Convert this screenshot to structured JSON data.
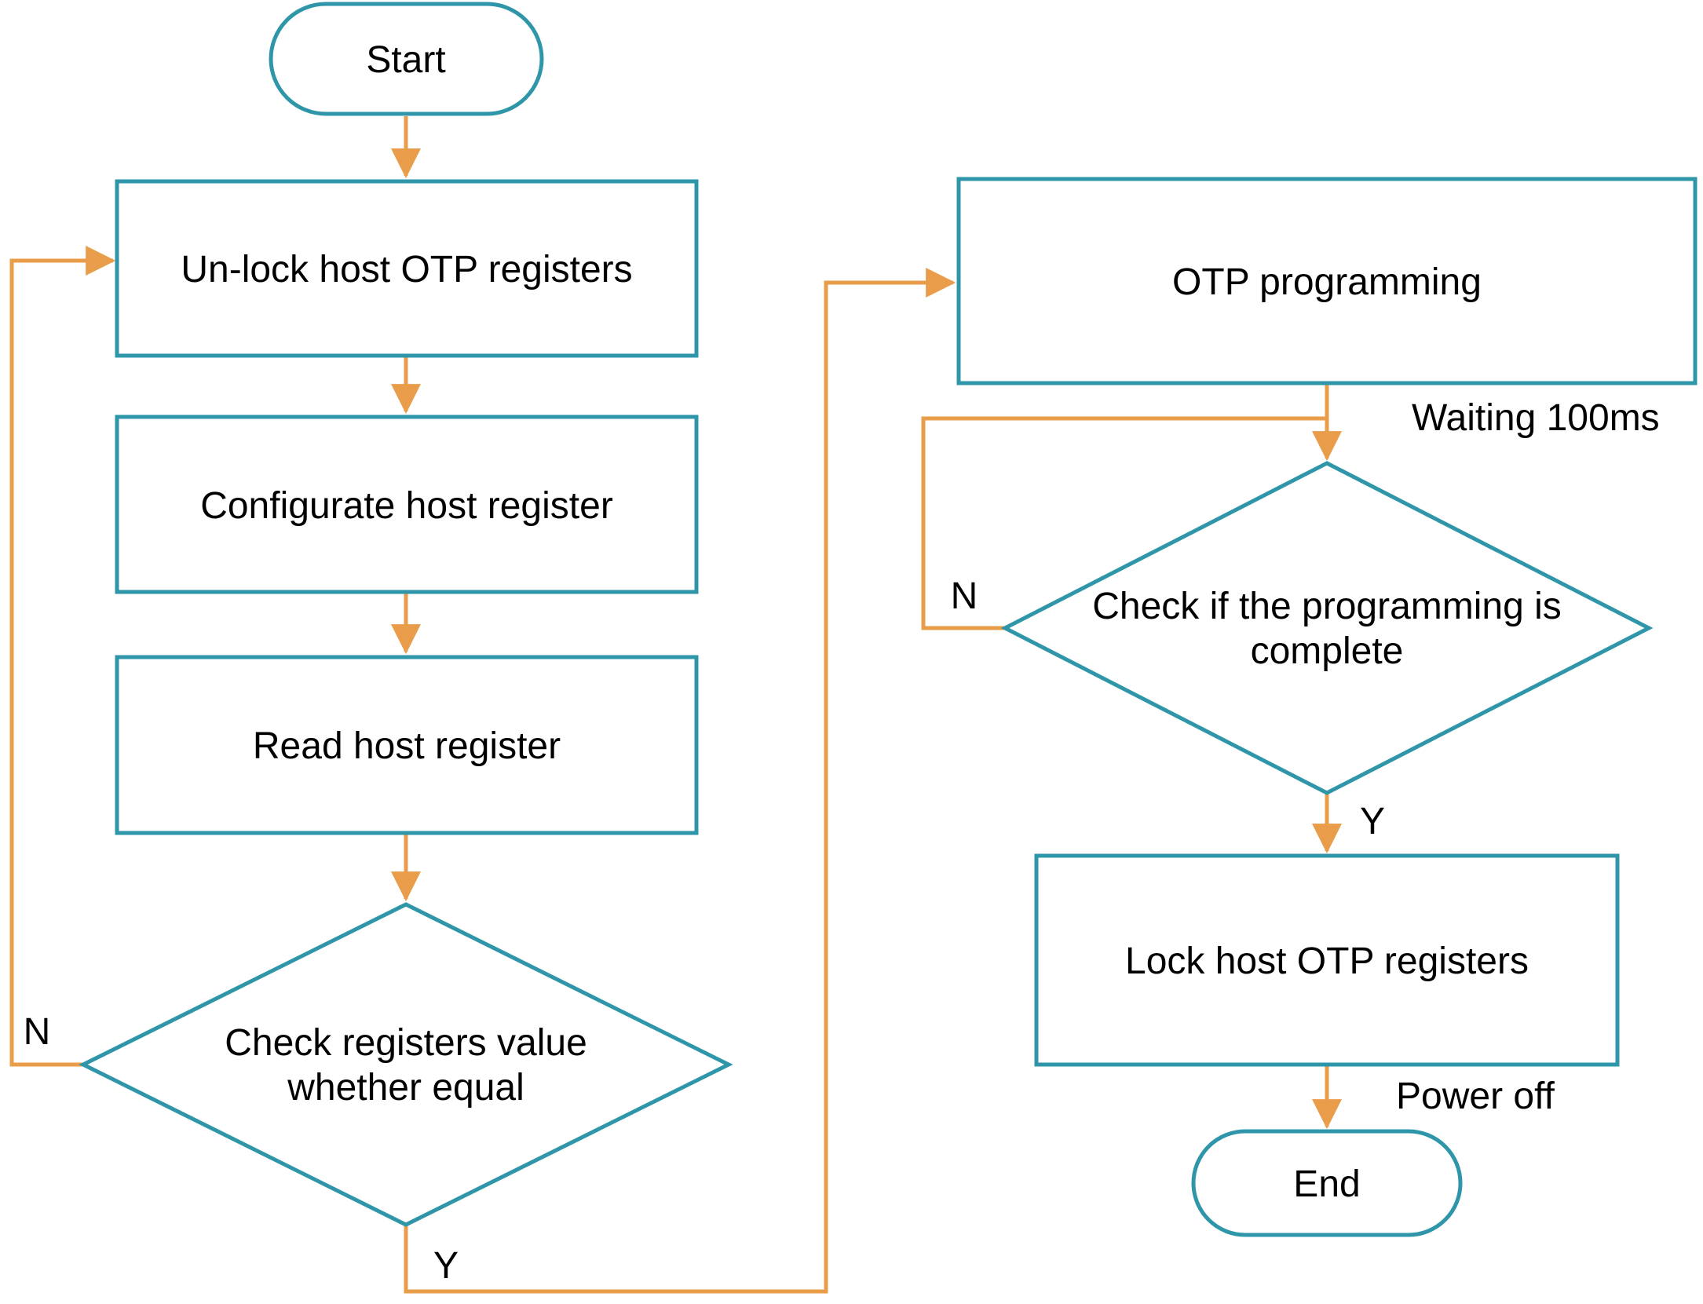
{
  "diagram": {
    "type": "flowchart",
    "colors": {
      "node_border": "#2E96A8",
      "connector": "#E99C4A",
      "text": "#000000",
      "background": "#FFFFFF"
    },
    "nodes": {
      "start": {
        "type": "terminator",
        "label": "Start"
      },
      "unlock": {
        "type": "process",
        "label": "Un-lock host OTP registers"
      },
      "configurate": {
        "type": "process",
        "label": "Configurate host register"
      },
      "read": {
        "type": "process",
        "label": "Read host register"
      },
      "check_registers": {
        "type": "decision",
        "lines": [
          "Check registers value",
          "whether equal"
        ]
      },
      "otp_programming": {
        "type": "process",
        "label": "OTP programming"
      },
      "check_complete": {
        "type": "decision",
        "lines": [
          "Check if the programming is",
          "complete"
        ]
      },
      "lock": {
        "type": "process",
        "label": "Lock host OTP registers"
      },
      "end": {
        "type": "terminator",
        "label": "End"
      }
    },
    "edge_labels": {
      "n1": "N",
      "y1": "Y",
      "waiting": "Waiting 100ms",
      "n2": "N",
      "y2": "Y",
      "power_off": "Power off"
    },
    "edges": [
      {
        "from": "start",
        "to": "unlock",
        "label": ""
      },
      {
        "from": "unlock",
        "to": "configurate",
        "label": ""
      },
      {
        "from": "configurate",
        "to": "read",
        "label": ""
      },
      {
        "from": "read",
        "to": "check_registers",
        "label": ""
      },
      {
        "from": "check_registers",
        "to": "unlock",
        "label": "N"
      },
      {
        "from": "check_registers",
        "to": "otp_programming",
        "label": "Y"
      },
      {
        "from": "otp_programming",
        "to": "check_complete",
        "label": "Waiting 100ms"
      },
      {
        "from": "check_complete",
        "to": "otp_programming",
        "label": "N"
      },
      {
        "from": "check_complete",
        "to": "lock",
        "label": "Y"
      },
      {
        "from": "lock",
        "to": "end",
        "label": "Power off"
      }
    ]
  }
}
